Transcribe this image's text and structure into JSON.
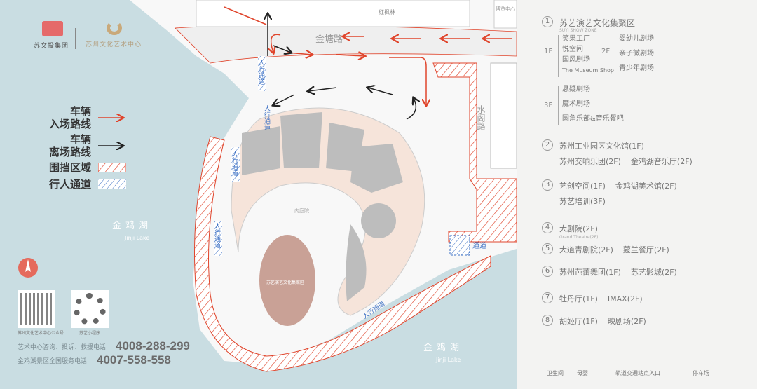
{
  "logos": {
    "group": "苏文投集团",
    "center": "苏州文化艺术中心"
  },
  "legend": [
    {
      "label": "车辆\n入场路线",
      "type": "arrow",
      "color": "#e0452c"
    },
    {
      "label": "车辆\n离场路线",
      "type": "arrow",
      "color": "#222222"
    },
    {
      "label": "围挡区域",
      "type": "hatch",
      "color": "#e0452c"
    },
    {
      "label": "行人通道",
      "type": "hatch",
      "color": "#3a6fc4"
    }
  ],
  "map_labels": {
    "road_top": "金塘路",
    "hongfenglin": "红枫林",
    "expo": "博览中心",
    "shuige_road": "水阁路",
    "lake_left": "金鸡湖",
    "lake_left_en": "Jinji Lake",
    "lake_bottom": "金鸡湖",
    "lake_bottom_en": "Jinji Lake",
    "ped1": "人行通道",
    "ped2": "人行通道",
    "ped3": "人行通道",
    "ped4": "人行通道",
    "ped5": "人行通道",
    "passage": "通道",
    "zone1": "苏艺演艺文化集聚区",
    "plaza": "内庭院"
  },
  "contact": {
    "qr1_caption": "苏州文化艺术中心公众号",
    "qr2_caption": "苏艺小程序",
    "line1_label": "艺术中心咨询、投诉、救援电话",
    "line1_number": "4008-288-299",
    "line2_label": "金鸡湖景区全国服务电话",
    "line2_number": "4007-558-558"
  },
  "panel": {
    "zone1": {
      "num": "1",
      "title": "苏艺演艺文化集聚区",
      "en": "SUYI SHOW ZONE",
      "f1_label": "1F",
      "f1": [
        "笑果工厂",
        "悦空间",
        "国风剧场",
        "The Museum Shop"
      ],
      "f2_label": "2F",
      "f2": [
        "婴幼儿剧场",
        "亲子微剧场",
        "青少年剧场"
      ],
      "f3_label": "3F",
      "f3": [
        "悬疑剧场",
        "魔术剧场",
        "圆角乐部&音乐餐吧"
      ]
    },
    "entries": [
      {
        "num": "2",
        "lines": [
          [
            "苏州工业园区文化馆(1F)"
          ],
          [
            "苏州交响乐团(2F)",
            "金鸡湖音乐厅(2F)"
          ]
        ]
      },
      {
        "num": "3",
        "lines": [
          [
            "艺创空间(1F)",
            "金鸡湖美术馆(2F)"
          ],
          [
            "苏艺培训(3F)"
          ]
        ]
      },
      {
        "num": "4",
        "lines": [
          [
            "大剧院(2F)"
          ]
        ],
        "en": "Grand Theatre(2F)"
      },
      {
        "num": "5",
        "lines": [
          [
            "大道青剧院(2F)",
            "蔻兰餐厅(2F)"
          ]
        ]
      },
      {
        "num": "6",
        "lines": [
          [
            "苏州芭蕾舞团(1F)",
            "苏艺影城(2F)"
          ]
        ]
      },
      {
        "num": "7",
        "lines": [
          [
            "牡丹厅(1F)",
            "IMAX(2F)"
          ]
        ]
      },
      {
        "num": "8",
        "lines": [
          [
            "胡姬厅(1F)",
            "映剧场(2F)"
          ]
        ]
      }
    ],
    "footer": [
      "卫生间",
      "母婴",
      "轨道交通站点入口",
      "停车场"
    ]
  }
}
